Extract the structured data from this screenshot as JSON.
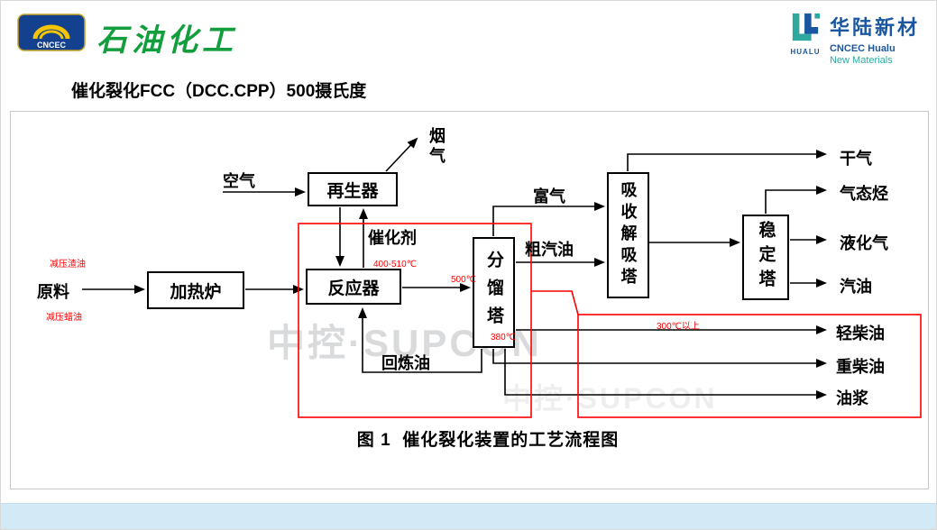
{
  "header": {
    "brand_left": {
      "logo_text": "CNCEC",
      "name": "石油化工"
    },
    "brand_right": {
      "name": "华陆新材",
      "line1": "CNCEC Hualu",
      "line2": "New Materials",
      "icon_caption": "HUALU"
    },
    "title": "催化裂化FCC（DCC.CPP）500摄氏度"
  },
  "diagram": {
    "watermark": "中控·SUPCON",
    "caption": "图 1  催化裂化装置的工艺流程图",
    "boxes": {
      "furnace": "加热炉",
      "reactor": "反应器",
      "regenerator": "再生器",
      "fractionator": "分馏塔",
      "absorber": "吸收解吸塔",
      "stabilizer": "稳定塔"
    },
    "streams": {
      "air": "空气",
      "flue_gas": "烟气",
      "catalyst": "催化剂",
      "feed": "原料",
      "rich_gas": "富气",
      "crude_gasoline": "粗汽油",
      "dry_gas": "干气",
      "gaseous_hydrocarbon": "气态烃",
      "lpg": "液化气",
      "gasoline": "汽油",
      "light_diesel": "轻柴油",
      "heavy_diesel": "重柴油",
      "slurry": "油浆",
      "recycle_oil": "回炼油"
    },
    "annotations": {
      "feed_top": "减压渣油",
      "feed_bottom": "减压蜡油",
      "reactor_temp": "400-510℃",
      "frac_inlet_temp": "500℃",
      "frac_bottom_temp": "380℃",
      "diesel_temp": "300℃以上"
    },
    "colors": {
      "line": "#000000",
      "highlight_red": "#ff0000",
      "brand_green": "#129e3c",
      "brand_blue": "#1a57a0",
      "brand_teal": "#2fa8a0",
      "footer_blue": "#d3e9f6"
    }
  }
}
